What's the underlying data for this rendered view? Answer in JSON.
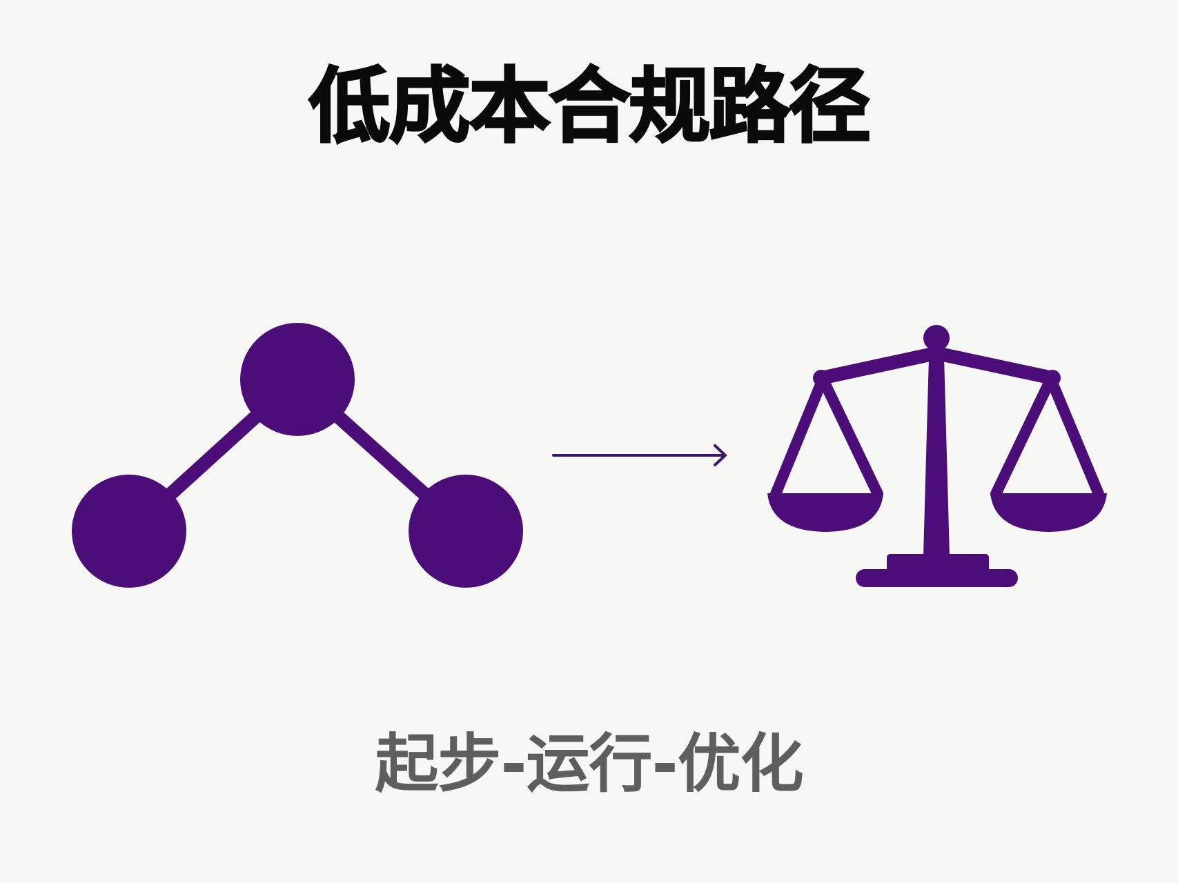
{
  "title": "低成本合规路径",
  "subtitle": "起步-运行-优化",
  "colors": {
    "background": "#f7f7f5",
    "accent": "#4b0d78",
    "title_text": "#0a0a0a",
    "subtitle_text": "#5e5e5e"
  },
  "diagram": {
    "left_icon": "network-nodes-icon",
    "connector": "arrow-right-icon",
    "right_icon": "balance-scale-icon",
    "nodes": 3
  }
}
